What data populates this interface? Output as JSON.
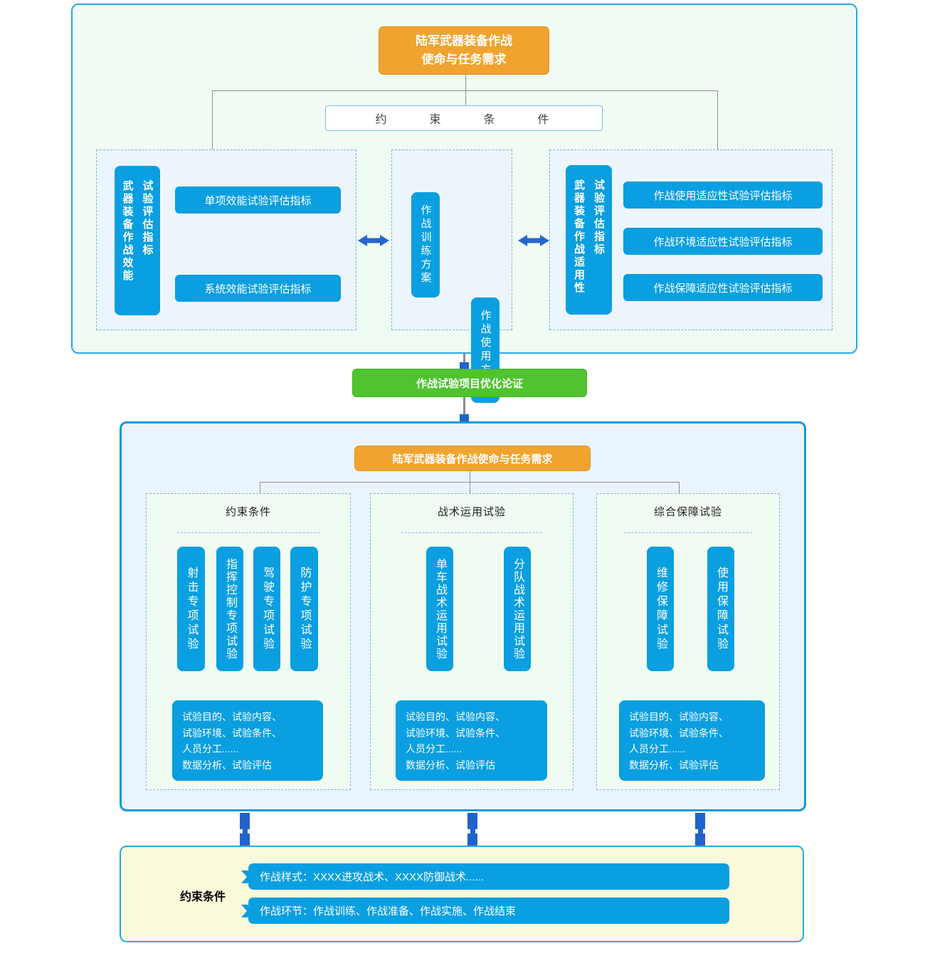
{
  "colors": {
    "accent_blue": "#0A9FE0",
    "accent_orange": "#F0A42F",
    "accent_green": "#50C331",
    "arrow_blue": "#2565CE",
    "panel_border_blue": "#2AA7E1"
  },
  "top_section": {
    "root_box": "陆军武器装备作战\n使命与任务需求",
    "constraint_label": "约束条件",
    "left_panel": {
      "vlabel_col1": "武器装备作战效能",
      "vlabel_col2": "试验评估指标",
      "items": [
        "单项效能试验评估指标",
        "系统效能试验评估指标"
      ]
    },
    "middle_panel": {
      "items": [
        "作战训练方案",
        "作战使用方案"
      ]
    },
    "right_panel": {
      "vlabel_col1": "武器装备作战适用性",
      "vlabel_col2": "试验评估指标",
      "items": [
        "作战使用适应性试验评估指标",
        "作战环境适应性试验评估指标",
        "作战保障适应性试验评估指标"
      ]
    }
  },
  "optimize_box": "作战试验项目优化论证",
  "middle_section": {
    "root_box": "陆军武器装备作战使命与任务需求",
    "columns": [
      {
        "title": "约束条件",
        "tests": [
          "射击专项试验",
          "指挥控制专项试验",
          "驾驶专项试验",
          "防护专项试验"
        ],
        "detail": "试验目的、试验内容、\n试验环境、试验条件、\n人员分工......\n数据分析、试验评估"
      },
      {
        "title": "战术运用试验",
        "tests": [
          "单车战术运用试验",
          "分队战术运用试验"
        ],
        "detail": "试验目的、试验内容、\n试验环境、试验条件、\n人员分工......\n数据分析、试验评估"
      },
      {
        "title": "综合保障试验",
        "tests": [
          "维修保障试验",
          "使用保障试验"
        ],
        "detail": "试验目的、试验内容、\n试验环境、试验条件、\n人员分工......\n数据分析、试验评估"
      }
    ]
  },
  "bottom_section": {
    "label": "约束条件",
    "rows": [
      "作战样式：XXXX进攻战术、XXXX防御战术......",
      "作战环节：作战训练、作战准备、作战实施、作战结束"
    ]
  }
}
